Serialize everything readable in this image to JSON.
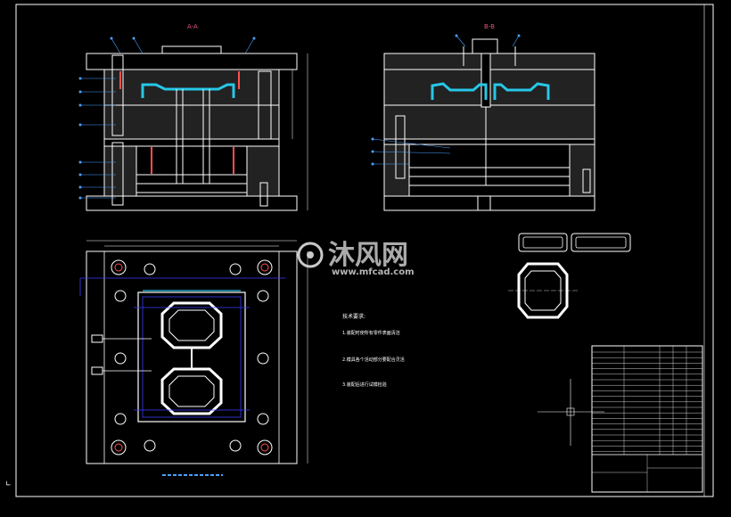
{
  "drawing": {
    "section_aa_label": "A-A",
    "section_bb_label": "B-B",
    "notes_title": "技术要求:",
    "notes_lines": [
      "1.装配时使所有零件表面清洁",
      "2.模具各个活动部分要配合灵活",
      "3.装配后进行试模检验"
    ]
  },
  "watermark": {
    "brand": "沐风网",
    "url": "www.mfcad.com"
  },
  "colors": {
    "line": "#ffffff",
    "cavity": "#27c7e6",
    "dimension": "#e0557a",
    "leader": "#4aa0ff",
    "bolt": "#ff5050",
    "guide": "#3a3aff"
  }
}
